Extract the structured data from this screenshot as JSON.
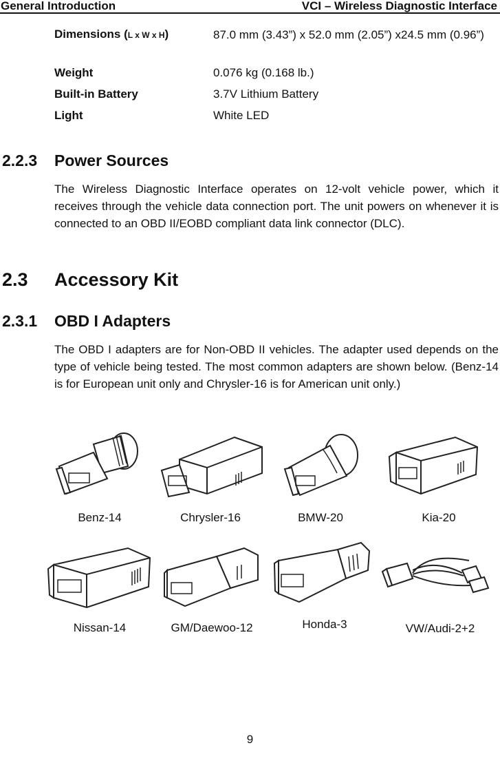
{
  "header": {
    "left": "General Introduction",
    "right": "VCI – Wireless Diagnostic Interface"
  },
  "specs": {
    "dimensions": {
      "label_main": "Dimensions (",
      "label_small": "L x W x H",
      "label_close": ")",
      "value": "87.0 mm (3.43”) x 52.0 mm (2.05”) x24.5 mm (0.96”)"
    },
    "weight": {
      "label": "Weight",
      "value": "0.076 kg (0.168 lb.)"
    },
    "battery": {
      "label": "Built-in Battery",
      "value": "3.7V Lithium Battery"
    },
    "light": {
      "label": "Light",
      "value": "White LED"
    }
  },
  "sections": {
    "power": {
      "number": "2.2.3",
      "title": "Power Sources",
      "text": "The Wireless Diagnostic Interface operates on 12-volt vehicle power, which it receives through the vehicle data connection port. The unit powers on whenever it is connected to an OBD II/EOBD compliant data link connector (DLC)."
    },
    "accessory": {
      "number": "2.3",
      "title": "Accessory Kit"
    },
    "obd1": {
      "number": "2.3.1",
      "title": "OBD I Adapters",
      "text": "The OBD I adapters are for Non-OBD II vehicles. The adapter used depends on the type of vehicle being tested. The most common adapters are shown below. (Benz-14 is for European unit only and Chrysler-16 is for American unit only.)"
    }
  },
  "adapters": {
    "row1": [
      "Benz-14",
      "Chrysler-16",
      "BMW-20",
      "Kia-20"
    ],
    "row2": [
      "Nissan-14",
      "GM/Daewoo-12",
      "Honda-3",
      "VW/Audi-2+2"
    ]
  },
  "page_number": "9"
}
